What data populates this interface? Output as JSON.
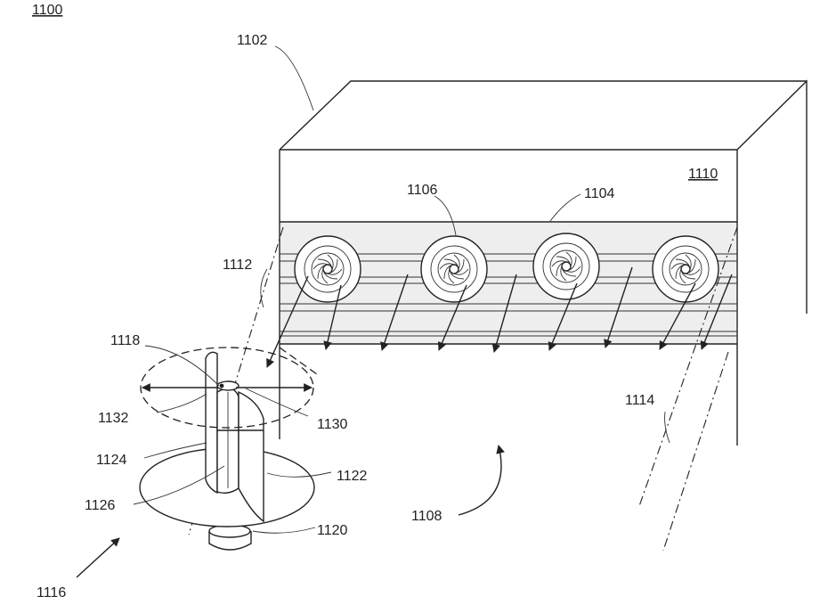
{
  "labels": {
    "fig": "1100",
    "l1102": "1102",
    "l1104": "1104",
    "l1106": "1106",
    "l1108": "1108",
    "l1110": "1110",
    "l1112": "1112",
    "l1114": "1114",
    "l1116": "1116",
    "l1118": "1118",
    "l1120": "1120",
    "l1122": "1122",
    "l1124": "1124",
    "l1126": "1126",
    "l1130": "1130",
    "l1132": "1132"
  }
}
